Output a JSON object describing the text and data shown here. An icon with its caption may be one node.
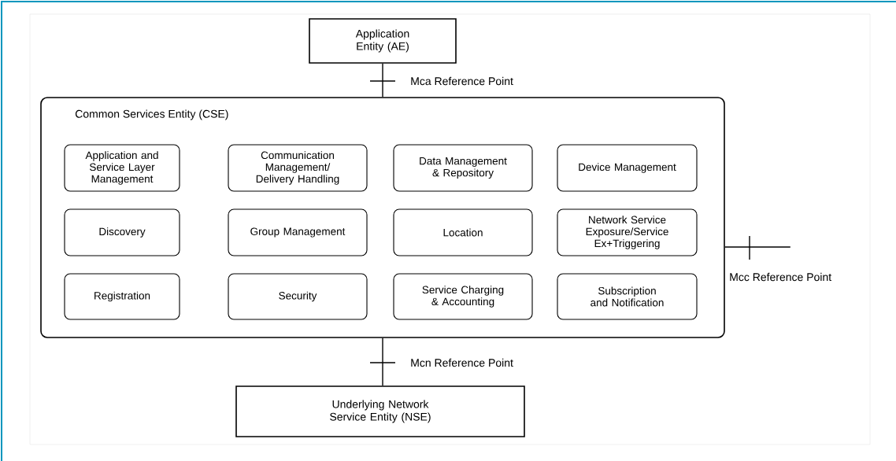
{
  "diagram": {
    "nodes": [
      {
        "text": [
          "Application Entity (AE)"
        ]
      },
      {
        "text": [
          "Common Services Entity (CSE)"
        ]
      },
      {
        "text": [
          "Application and Service Layer Management"
        ],
        "in": 1
      },
      {
        "text": [
          "Communication Management/ Delivery Handling"
        ],
        "in": 1
      },
      {
        "text": [
          "Data Management & Repository"
        ],
        "in": 1
      },
      {
        "text": [
          "Device Management"
        ],
        "in": 1
      },
      {
        "text": [
          "Discovery"
        ],
        "in": 1
      },
      {
        "text": [
          "Group Management"
        ],
        "in": 1
      },
      {
        "text": [
          "Location"
        ],
        "in": 1
      },
      {
        "text": [
          "Network Service Exposure/Service Ex+Triggering"
        ],
        "in": 1
      },
      {
        "text": [
          "Registration"
        ],
        "in": 1
      },
      {
        "text": [
          "Security"
        ],
        "in": 1
      },
      {
        "text": [
          "Service Charging & Accounting"
        ],
        "in": 1
      },
      {
        "text": [
          "Subscription and Notification"
        ],
        "in": 1
      },
      {
        "text": [
          "Underlying Network Service Entity (NSE)"
        ]
      }
    ],
    "edges": [
      {
        "from": 0,
        "to": 1,
        "arrow": "none",
        "label": "Mca Reference Point"
      },
      {
        "from": 1,
        "to": 14,
        "arrow": "none",
        "label": "Mcn Reference Point"
      },
      {
        "from": 1,
        "to": null,
        "arrow": "none",
        "label": "Mcc Reference Point"
      }
    ]
  }
}
